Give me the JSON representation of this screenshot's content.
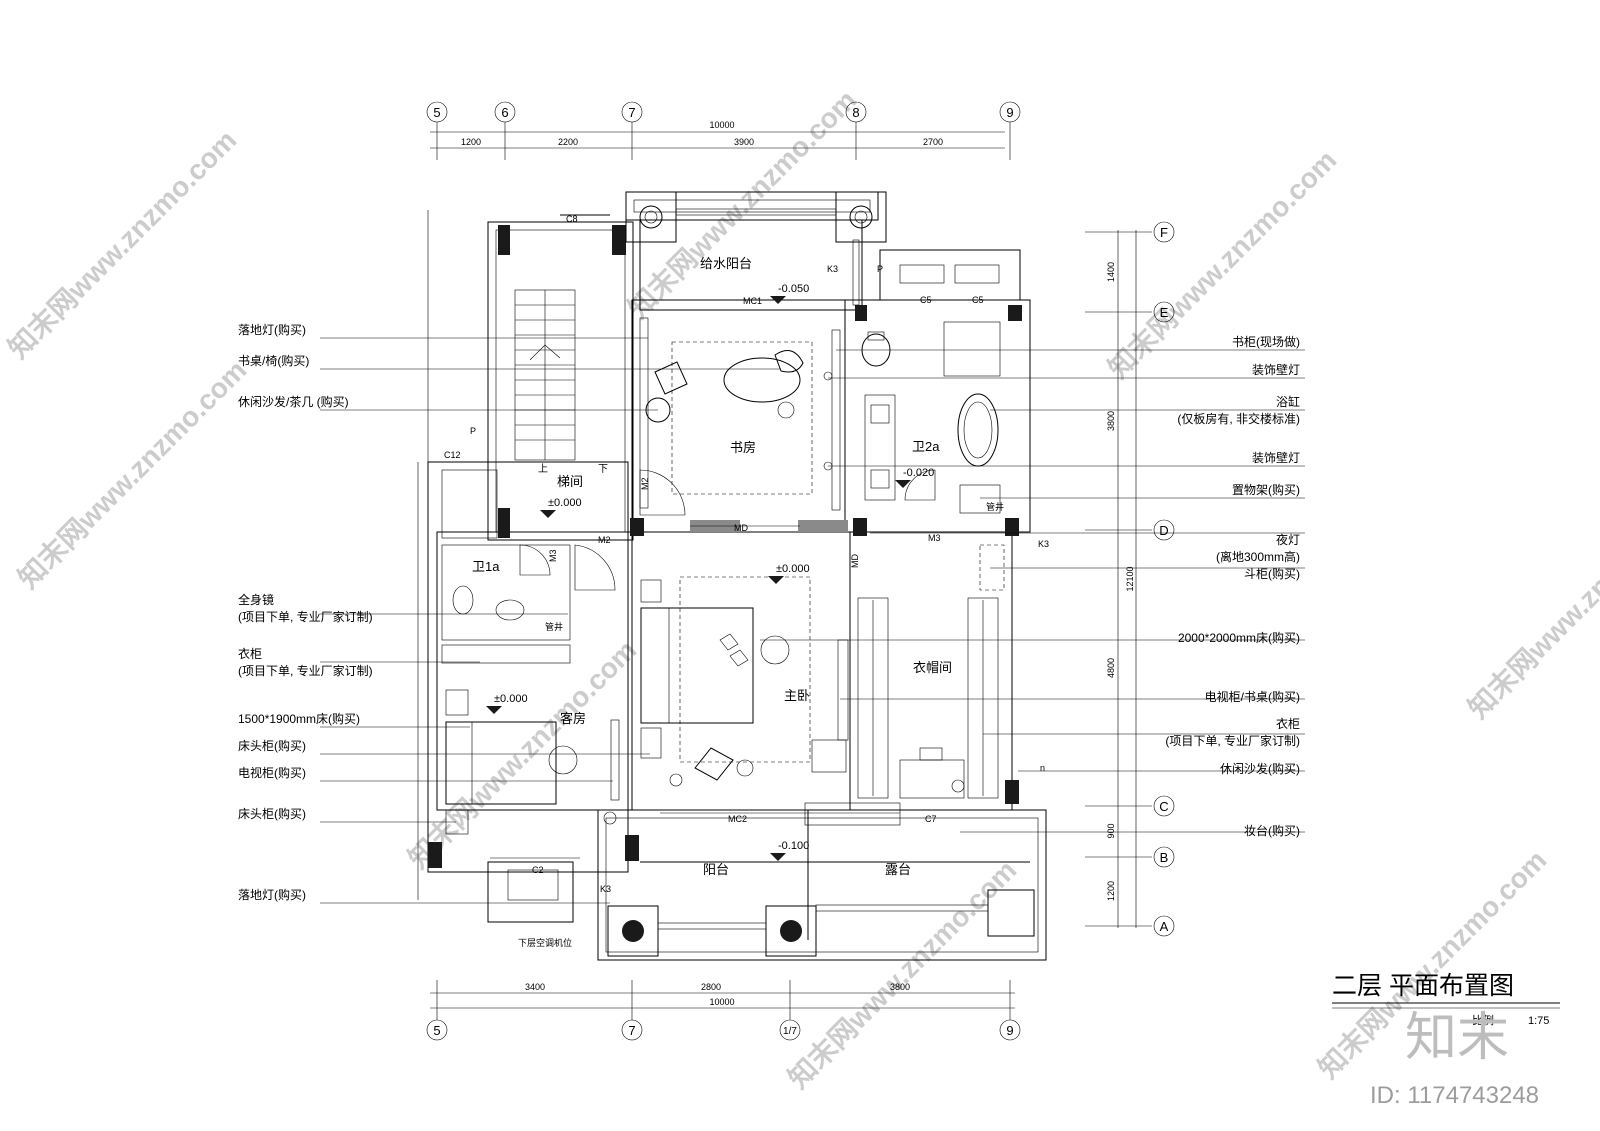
{
  "title": "二层 平面布置图",
  "scale": {
    "label": "比例",
    "value": "1:75"
  },
  "watermark": {
    "brand": "知末",
    "id": "ID: 1174743248",
    "site": "知末网www.znzmo.com"
  },
  "top_axes": [
    "5",
    "6",
    "7",
    "8",
    "9"
  ],
  "top_dims": {
    "total": "10000",
    "segments": [
      "1200",
      "2200",
      "3900",
      "2700"
    ]
  },
  "bottom_axes": [
    "5",
    "7",
    "1/7",
    "9"
  ],
  "bottom_dims": {
    "total": "10000",
    "segments": [
      "3400",
      "2800",
      "3800"
    ]
  },
  "right_axes": [
    "F",
    "E",
    "D",
    "C",
    "B",
    "A"
  ],
  "right_dims": {
    "total": "12100",
    "segments": [
      "1400",
      "3800",
      "4800",
      "900",
      "1200"
    ]
  },
  "rooms": {
    "balcony_water": "给水阳台",
    "study": "书房",
    "stair": "梯间",
    "bath2a": "卫2a",
    "bath1a": "卫1a",
    "master": "主卧",
    "closet": "衣帽间",
    "guest": "客房",
    "balcony": "阳台",
    "terrace": "露台"
  },
  "levels": {
    "balcony_water": "-0.050",
    "stair": "±0.000",
    "bath2a": "-0.020",
    "master": "±0.000",
    "guest": "±0.000",
    "balcony": "-0.100"
  },
  "tags": {
    "c8": "C8",
    "mc1": "MC1",
    "k3a": "K3",
    "p1": "P",
    "c5a": "C5",
    "c5b": "C5",
    "c12": "C12",
    "p2": "P",
    "m2a": "M2",
    "m2b": "M2",
    "m3a": "M3",
    "m3b": "M3",
    "md1": "MD",
    "md2": "MD",
    "k3b": "K3",
    "mc2": "MC2",
    "c7": "C7",
    "c2": "C2",
    "k3c": "K3",
    "pipe1": "管井",
    "pipe2": "管井",
    "up": "上",
    "down": "下",
    "n": "n",
    "ac_note": "下层空调机位"
  },
  "left_labels": [
    "落地灯(购买)",
    "书桌/椅(购买)",
    "休闲沙发/茶几 (购买)",
    "全身镜",
    "(项目下单, 专业厂家订制)",
    "衣柜",
    "(项目下单, 专业厂家订制)",
    "1500*1900mm床(购买)",
    "床头柜(购买)",
    "电视柜(购买)",
    "床头柜(购买)",
    "落地灯(购买)"
  ],
  "right_labels": [
    "书柜(现场做)",
    "装饰壁灯",
    "浴缸",
    "(仅板房有, 非交楼标准)",
    "装饰壁灯",
    "置物架(购买)",
    "夜灯",
    "(离地300mm高)",
    "斗柜(购买)",
    "2000*2000mm床(购买)",
    "电视柜/书桌(购买)",
    "衣柜",
    "(项目下单, 专业厂家订制)",
    "休闲沙发(购买)",
    "妆台(购买)"
  ]
}
